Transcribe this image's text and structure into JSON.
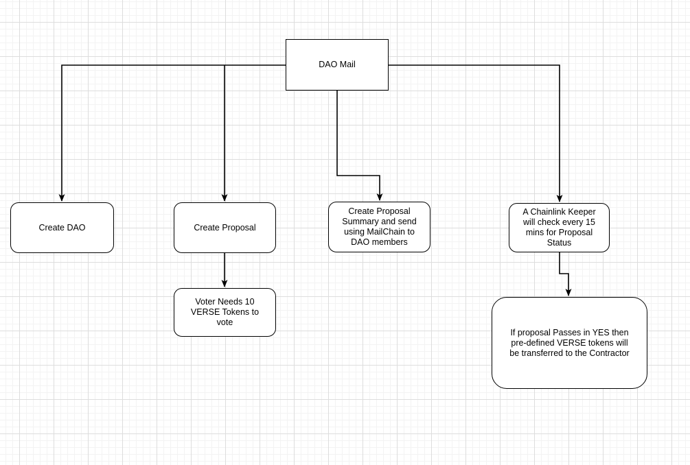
{
  "canvas": {
    "background": "#ffffff",
    "grid_minor_color": "#f3f3f3",
    "grid_major_color": "#dddddd",
    "stroke_color": "#000000",
    "text_color": "#000000"
  },
  "nodes": [
    {
      "id": "dao-mail",
      "shape": "rectangle",
      "label": "DAO Mail"
    },
    {
      "id": "create-dao",
      "shape": "rounded-rectangle",
      "label": "Create DAO"
    },
    {
      "id": "create-proposal",
      "shape": "rounded-rectangle",
      "label": "Create Proposal"
    },
    {
      "id": "proposal-summary",
      "shape": "rounded-rectangle",
      "label": "Create Proposal\nSummary and send\nusing MailChain to\nDAO members"
    },
    {
      "id": "chainlink-keeper",
      "shape": "rounded-rectangle",
      "label": "A Chainlink Keeper\nwill check every 15\nmins for Proposal\nStatus"
    },
    {
      "id": "voter-tokens",
      "shape": "rounded-rectangle",
      "label": "Voter Needs 10\nVERSE Tokens to\nvote"
    },
    {
      "id": "proposal-passes",
      "shape": "rounded-rectangle",
      "label": "If proposal Passes in YES then\npre-defined VERSE tokens will\nbe transferred to the Contractor"
    }
  ],
  "edges": [
    {
      "from": "dao-mail",
      "to": "create-dao"
    },
    {
      "from": "dao-mail",
      "to": "create-proposal"
    },
    {
      "from": "dao-mail",
      "to": "chainlink-keeper"
    },
    {
      "from": "dao-mail",
      "to": "proposal-summary"
    },
    {
      "from": "create-proposal",
      "to": "voter-tokens"
    },
    {
      "from": "chainlink-keeper",
      "to": "proposal-passes"
    }
  ]
}
